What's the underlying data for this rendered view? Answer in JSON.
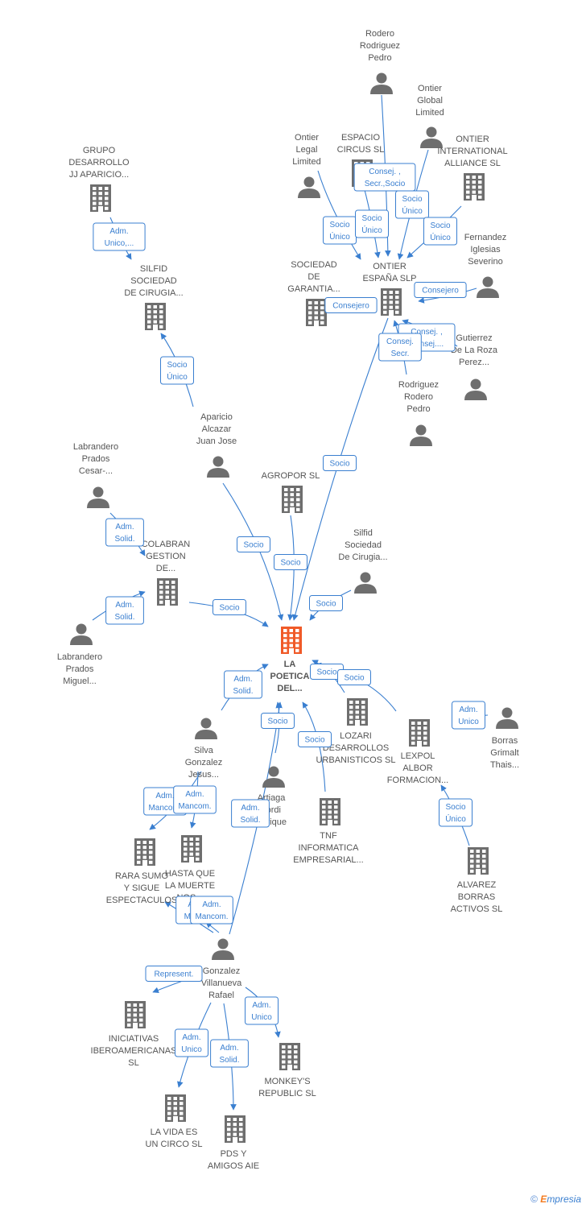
{
  "colors": {
    "edge": "#3a7fd0",
    "node_icon": "#6e6e6e",
    "center_icon": "#f05a28",
    "label": "#555555"
  },
  "footer": {
    "copyright": "©",
    "brand_e": "E",
    "brand_rest": "mpresia"
  },
  "nodes": [
    {
      "id": "rodero_rodriguez",
      "type": "person",
      "lines": [
        "Rodero",
        "Rodriguez",
        "Pedro"
      ]
    },
    {
      "id": "ontier_global",
      "type": "person",
      "lines": [
        "Ontier",
        "Global",
        "Limited"
      ]
    },
    {
      "id": "espacio_circus",
      "type": "company",
      "lines": [
        "ESPACIO",
        "CIRCUS  SL"
      ]
    },
    {
      "id": "ontier_legal",
      "type": "person",
      "lines": [
        "Ontier",
        "Legal",
        "Limited"
      ]
    },
    {
      "id": "ontier_intl",
      "type": "company",
      "lines": [
        "ONTIER",
        "INTERNATIONAL",
        "ALLIANCE SL"
      ]
    },
    {
      "id": "grupo_desarrollo",
      "type": "company",
      "lines": [
        "GRUPO",
        "DESARROLLO",
        "JJ APARICIO..."
      ]
    },
    {
      "id": "fernandez",
      "type": "person",
      "lines": [
        "Fernandez",
        "Iglesias",
        "Severino"
      ]
    },
    {
      "id": "silfid_sociedad",
      "type": "company",
      "lines": [
        "SILFID",
        "SOCIEDAD",
        "DE CIRUGIA..."
      ]
    },
    {
      "id": "sociedad_garantia",
      "type": "company",
      "lines": [
        "SOCIEDAD",
        "DE",
        "GARANTIA..."
      ]
    },
    {
      "id": "ontier_espana",
      "type": "company",
      "lines": [
        "ONTIER",
        "ESPAÑA  SLP"
      ]
    },
    {
      "id": "gutierrez",
      "type": "person",
      "lines": [
        "Gutierrez",
        "De La Roza",
        "Perez..."
      ]
    },
    {
      "id": "rodriguez_rodero",
      "type": "person",
      "lines": [
        "Rodriguez",
        "Rodero",
        "Pedro"
      ]
    },
    {
      "id": "aparicio",
      "type": "person",
      "lines": [
        "Aparicio",
        "Alcazar",
        "Juan Jose"
      ]
    },
    {
      "id": "labrandero_cesar",
      "type": "person",
      "lines": [
        "Labrandero",
        "Prados",
        "Cesar-..."
      ]
    },
    {
      "id": "agropor",
      "type": "company",
      "lines": [
        "AGROPOR SL"
      ]
    },
    {
      "id": "silfid_person",
      "type": "person",
      "lines": [
        "Silfid",
        "Sociedad",
        "De Cirugia..."
      ]
    },
    {
      "id": "colabran",
      "type": "company",
      "lines": [
        "COLABRAN",
        "GESTION",
        "DE..."
      ]
    },
    {
      "id": "labrandero_miguel",
      "type": "person",
      "lines": [
        "Labrandero",
        "Prados",
        "Miguel..."
      ]
    },
    {
      "id": "la_poetica",
      "type": "center",
      "lines": [
        "LA",
        "POETICA",
        "DEL..."
      ]
    },
    {
      "id": "lozari",
      "type": "company",
      "lines": [
        "LOZARI",
        "DESARROLLOS",
        "URBANISTICOS SL"
      ]
    },
    {
      "id": "lexpol",
      "type": "company",
      "lines": [
        "LEXPOL",
        "ALBOR",
        "FORMACION..."
      ]
    },
    {
      "id": "borras",
      "type": "person",
      "lines": [
        "Borras",
        "Grimalt",
        "Thais..."
      ]
    },
    {
      "id": "silva",
      "type": "person",
      "lines": [
        "Silva",
        "Gonzalez",
        "Jesus..."
      ]
    },
    {
      "id": "artiaga",
      "type": "person",
      "lines": [
        "Artiaga",
        "Jordi",
        "Enrique"
      ]
    },
    {
      "id": "tnf",
      "type": "company",
      "lines": [
        "TNF",
        "INFORMATICA",
        "EMPRESARIAL..."
      ]
    },
    {
      "id": "alvarez",
      "type": "company",
      "lines": [
        "ALVAREZ",
        "BORRAS",
        "ACTIVOS  SL"
      ]
    },
    {
      "id": "rara_sumo",
      "type": "company",
      "lines": [
        "RARA SUMO",
        "Y SIGUE",
        "ESPECTACULOS"
      ]
    },
    {
      "id": "hasta_que",
      "type": "company",
      "lines": [
        "HASTA QUE",
        "LA MUERTE",
        "NOS..."
      ]
    },
    {
      "id": "gonzalez",
      "type": "person",
      "lines": [
        "Gonzalez",
        "Villanueva",
        "Rafael"
      ]
    },
    {
      "id": "iniciativas",
      "type": "company",
      "lines": [
        "INICIATIVAS",
        "IBEROAMERICANAS",
        "SL"
      ]
    },
    {
      "id": "monkeys",
      "type": "company",
      "lines": [
        "MONKEY'S",
        "REPUBLIC  SL"
      ]
    },
    {
      "id": "la_vida",
      "type": "company",
      "lines": [
        "LA VIDA ES",
        "UN CIRCO  SL"
      ]
    },
    {
      "id": "pds",
      "type": "company",
      "lines": [
        "PDS Y",
        "AMIGOS AIE"
      ]
    }
  ],
  "edge_labels": [
    {
      "id": "e_grupo_silfid",
      "lines": [
        "Adm.",
        "Unico,..."
      ]
    },
    {
      "id": "e_aparicio_silfid",
      "lines": [
        "Socio",
        "Único"
      ]
    },
    {
      "id": "e_rodero_ontier_consej",
      "lines": [
        "Consej. ,",
        "Secr.,Socio"
      ]
    },
    {
      "id": "e_ontierlegal_socio",
      "lines": [
        "Socio",
        "Único"
      ]
    },
    {
      "id": "e_espacio_socio",
      "lines": [
        "Socio",
        "Único"
      ]
    },
    {
      "id": "e_global_socio",
      "lines": [
        "Socio",
        "Único"
      ]
    },
    {
      "id": "e_intl_socio",
      "lines": [
        "Socio",
        "Único"
      ]
    },
    {
      "id": "e_fernandez_consejero",
      "lines": [
        "Consejero"
      ]
    },
    {
      "id": "e_garantia_consejero",
      "lines": [
        "Consejero"
      ]
    },
    {
      "id": "e_gutierrez_consej",
      "lines": [
        "Consej. ,",
        "Consej...."
      ]
    },
    {
      "id": "e_rodriguez_consej",
      "lines": [
        "Consej.",
        "Secr."
      ]
    },
    {
      "id": "e_ontier_socio_poetica",
      "lines": [
        "Socio"
      ]
    },
    {
      "id": "e_labcesar_colabran",
      "lines": [
        "Adm.",
        "Solid."
      ]
    },
    {
      "id": "e_labmiguel_colabran",
      "lines": [
        "Adm.",
        "Solid."
      ]
    },
    {
      "id": "e_aparicio_poetica",
      "lines": [
        "Socio"
      ]
    },
    {
      "id": "e_agropor_poetica",
      "lines": [
        "Socio"
      ]
    },
    {
      "id": "e_colabran_poetica",
      "lines": [
        "Socio"
      ]
    },
    {
      "id": "e_silfidp_poetica",
      "lines": [
        "Socio"
      ]
    },
    {
      "id": "e_silva_poetica",
      "lines": [
        "Adm.",
        "Solid."
      ]
    },
    {
      "id": "e_lozari_poetica",
      "lines": [
        "Socio"
      ]
    },
    {
      "id": "e_lexpol_poetica",
      "lines": [
        "Socio"
      ]
    },
    {
      "id": "e_artiaga_poetica",
      "lines": [
        "Socio"
      ]
    },
    {
      "id": "e_tnf_poetica",
      "lines": [
        "Socio"
      ]
    },
    {
      "id": "e_borras_lexpol",
      "lines": [
        "Adm.",
        "Unico"
      ]
    },
    {
      "id": "e_alvarez_lexpol",
      "lines": [
        "Socio",
        "Único"
      ]
    },
    {
      "id": "e_silva_rara",
      "lines": [
        "Adm.",
        "Mancom."
      ]
    },
    {
      "id": "e_silva_hasta",
      "lines": [
        "Adm.",
        "Mancom."
      ]
    },
    {
      "id": "e_gonzalez_poetica",
      "lines": [
        "Adm.",
        "Solid."
      ]
    },
    {
      "id": "e_gonzalez_rara",
      "lines": [
        "Adm.",
        "Manc..."
      ]
    },
    {
      "id": "e_gonzalez_hasta",
      "lines": [
        "Adm.",
        "Mancom."
      ]
    },
    {
      "id": "e_gonzalez_iniciativas",
      "lines": [
        "Represent."
      ]
    },
    {
      "id": "e_gonzalez_monkeys",
      "lines": [
        "Adm.",
        "Unico"
      ]
    },
    {
      "id": "e_gonzalez_lavida",
      "lines": [
        "Adm.",
        "Unico"
      ]
    },
    {
      "id": "e_gonzalez_pds",
      "lines": [
        "Adm.",
        "Solid."
      ]
    }
  ]
}
